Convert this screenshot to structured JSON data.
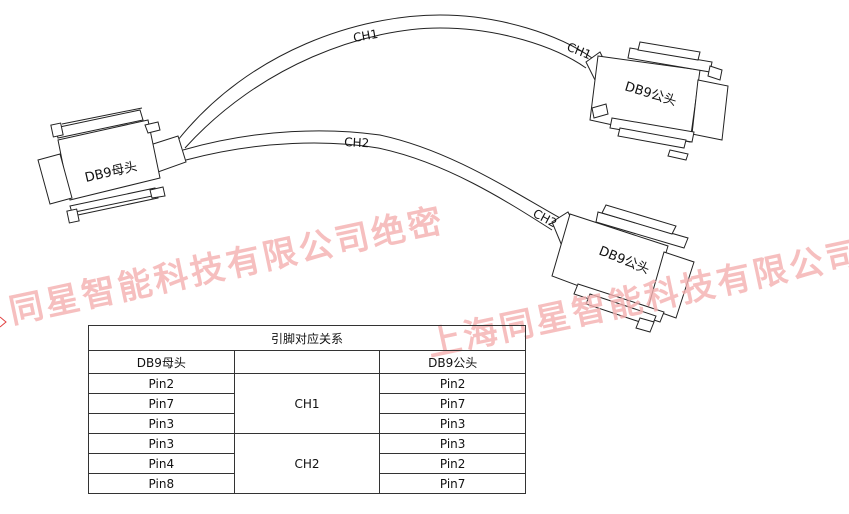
{
  "watermarks": [
    {
      "text": "同星智能科技有限公司绝密"
    },
    {
      "text": "上海同星智能科技有限公司绝"
    }
  ],
  "connectors": {
    "female": "DB9母头",
    "male_top": "DB9公头",
    "male_bottom": "DB9公头"
  },
  "cable_labels": {
    "ch1_mid": "CH1",
    "ch1_end": "CH1",
    "ch2_mid": "CH2",
    "ch2_end": "CH2"
  },
  "table": {
    "title": "引脚对应关系",
    "headers": [
      "DB9母头",
      "",
      "DB9公头"
    ],
    "groups": [
      {
        "channel": "CH1",
        "rows": [
          [
            "Pin2",
            "Pin2"
          ],
          [
            "Pin7",
            "Pin7"
          ],
          [
            "Pin3",
            "Pin3"
          ]
        ]
      },
      {
        "channel": "CH2",
        "rows": [
          [
            "Pin3",
            "Pin3"
          ],
          [
            "Pin4",
            "Pin2"
          ],
          [
            "Pin8",
            "Pin7"
          ]
        ]
      }
    ]
  },
  "colors": {
    "line": "#222222",
    "watermark": "#f4b0b0"
  }
}
